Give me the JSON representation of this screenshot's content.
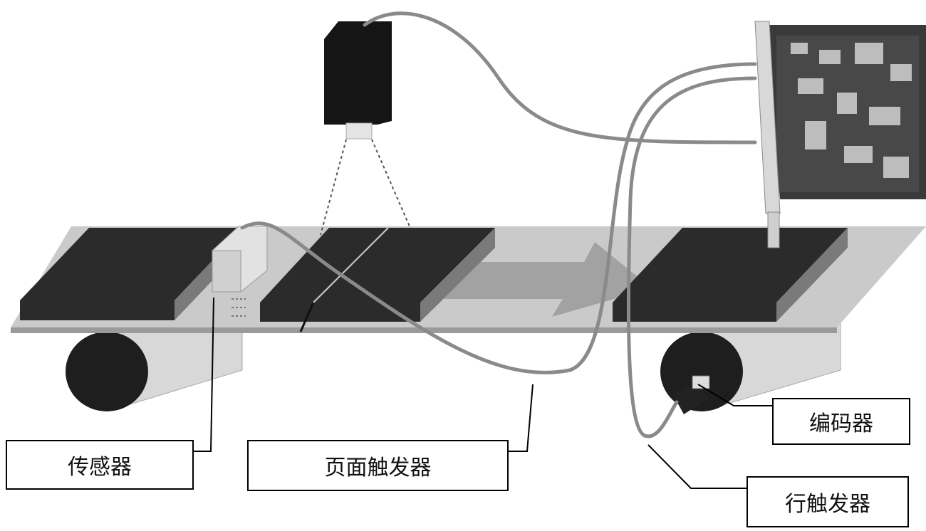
{
  "labels": {
    "sensor": "传感器",
    "page_trigger": "页面触发器",
    "encoder": "编码器",
    "line_trigger": "行触发器"
  },
  "colors": {
    "belt": "#c9c9c9",
    "belt_edge": "#9a9a9a",
    "board": "#2b2b2b",
    "board_edge": "#7a7a7a",
    "roller": "#1e1e1e",
    "cable": "#8a8a8a",
    "arrow": "#9d9d9d",
    "camera": "#151515",
    "card": "#3a3a3a"
  },
  "icons": [
    "camera-icon",
    "capture-card-icon",
    "sensor-icon",
    "encoder-icon",
    "conveyor-icon",
    "direction-arrow-icon"
  ]
}
